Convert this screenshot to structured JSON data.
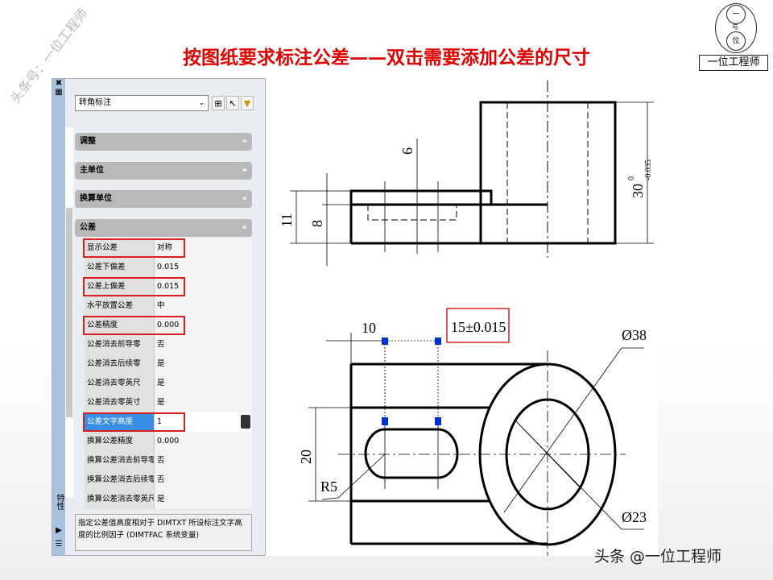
{
  "slide_title": "按图纸要求标注公差——双击需要添加公差的尺寸",
  "watermark": "头条号：一位工程师",
  "logo": {
    "top": "一",
    "middle": "与",
    "bottom": "位",
    "caption": "一位工程师"
  },
  "bottom_watermark": "头条 @一位工程师",
  "panel": {
    "side_label": "特性",
    "object_type": "转角标注",
    "sections": [
      "调整",
      "主单位",
      "换算单位",
      "公差"
    ],
    "rows": [
      {
        "label": "显示公差",
        "value": "对称",
        "highlight": true
      },
      {
        "label": "公差下偏差",
        "value": "0.015"
      },
      {
        "label": "公差上偏差",
        "value": "0.015",
        "highlight": true
      },
      {
        "label": "水平放置公差",
        "value": "中"
      },
      {
        "label": "公差精度",
        "value": "0.000",
        "highlight": true
      },
      {
        "label": "公差消去前导零",
        "value": "否"
      },
      {
        "label": "公差消去后续零",
        "value": "是"
      },
      {
        "label": "公差消去零英尺",
        "value": "是"
      },
      {
        "label": "公差消去零英寸",
        "value": "是"
      },
      {
        "label": "公差文字高度",
        "value": "1",
        "highlight": true,
        "selected": true
      },
      {
        "label": "换算公差精度",
        "value": "0.000"
      },
      {
        "label": "换算公差消去前导零",
        "value": "否"
      },
      {
        "label": "换算公差消去后续零",
        "value": "否"
      },
      {
        "label": "换算公差消去零英尺",
        "value": "是"
      }
    ],
    "description": "指定公差值高度相对于 DIMTXT 所设标注文字高度的比例因子 (DIMTFAC 系统变量)"
  },
  "drawing": {
    "dims_top": {
      "d6": "6",
      "d11": "11",
      "d8": "8",
      "d30": "30",
      "d30_upper": "0",
      "d30_lower": "-0.035"
    },
    "dims_bottom": {
      "d10": "10",
      "edited": "15±0.015",
      "d20": "20",
      "r5": "R5",
      "phi38": "Ø38",
      "phi23": "Ø23"
    },
    "grip_color": "#0033cc",
    "highlight_color": "#d62020"
  }
}
